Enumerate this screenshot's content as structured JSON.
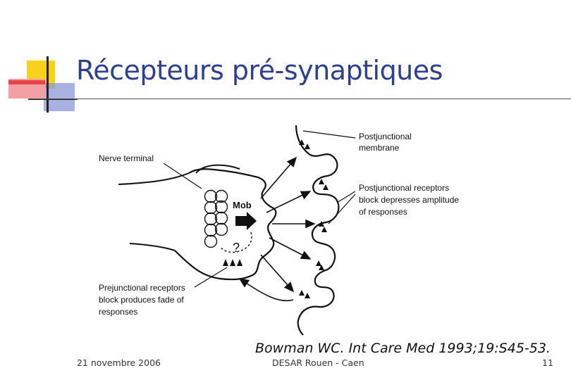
{
  "slide": {
    "title": "Récepteurs pré-synaptiques",
    "citation": "Bowman WC. Int Care Med 1993;19:S45-53.",
    "footer": {
      "date": "21 novembre 2006",
      "center": "DESAR Rouen - Caen",
      "page": "11"
    }
  },
  "diagram": {
    "labels": {
      "nerve_terminal": "Nerve terminal",
      "mob": "Mob",
      "question": "?",
      "postjunctional_membrane": [
        "Postjunctional",
        "membrane"
      ],
      "postjunctional_receptors": [
        "Postjunctional receptors",
        "block depresses amplitude",
        "of responses"
      ],
      "prejunctional_receptors": [
        "Prejunctional receptors",
        "block produces fade of",
        "responses"
      ]
    }
  },
  "colors": {
    "title": "#2f3f8f",
    "deco_yellow": "#f6d21c",
    "deco_red": "#e8434a",
    "deco_blue": "#3c4aa8"
  }
}
